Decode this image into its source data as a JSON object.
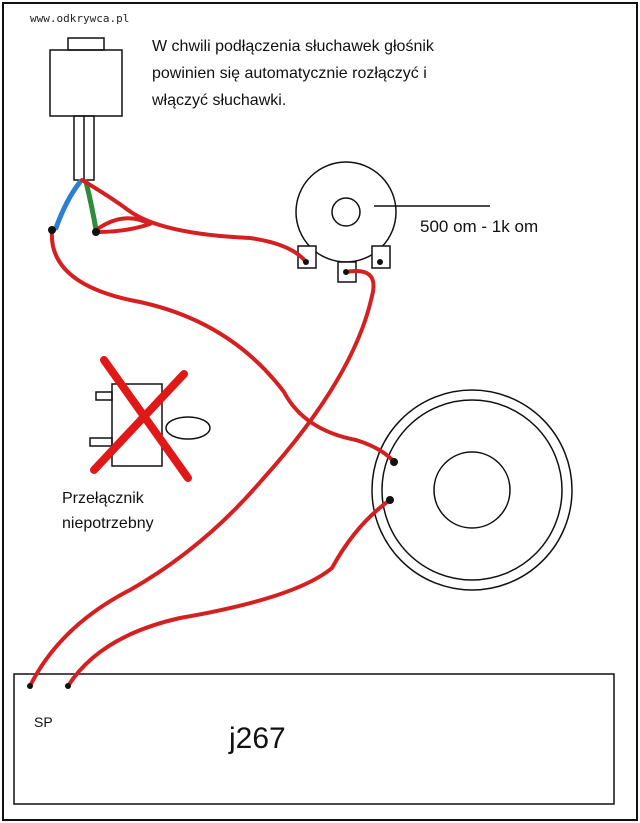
{
  "watermark": "www.odkrywca.pl",
  "note_lines": [
    "W chwili podłączenia słuchawek głośnik",
    "powinien się automatycznie rozłączyć i",
    "włączyć słuchawki."
  ],
  "potentiometer_value": "500 om - 1k om",
  "switch_note_lines": [
    "Przełącznik",
    "niepotrzebny"
  ],
  "board_label": "SP",
  "board_id": "j267",
  "colors": {
    "wire": "#d42020",
    "jack_blue": "#2f7fd0",
    "jack_green": "#2f8a3a",
    "outline": "#111111",
    "cross": "#e01818"
  }
}
